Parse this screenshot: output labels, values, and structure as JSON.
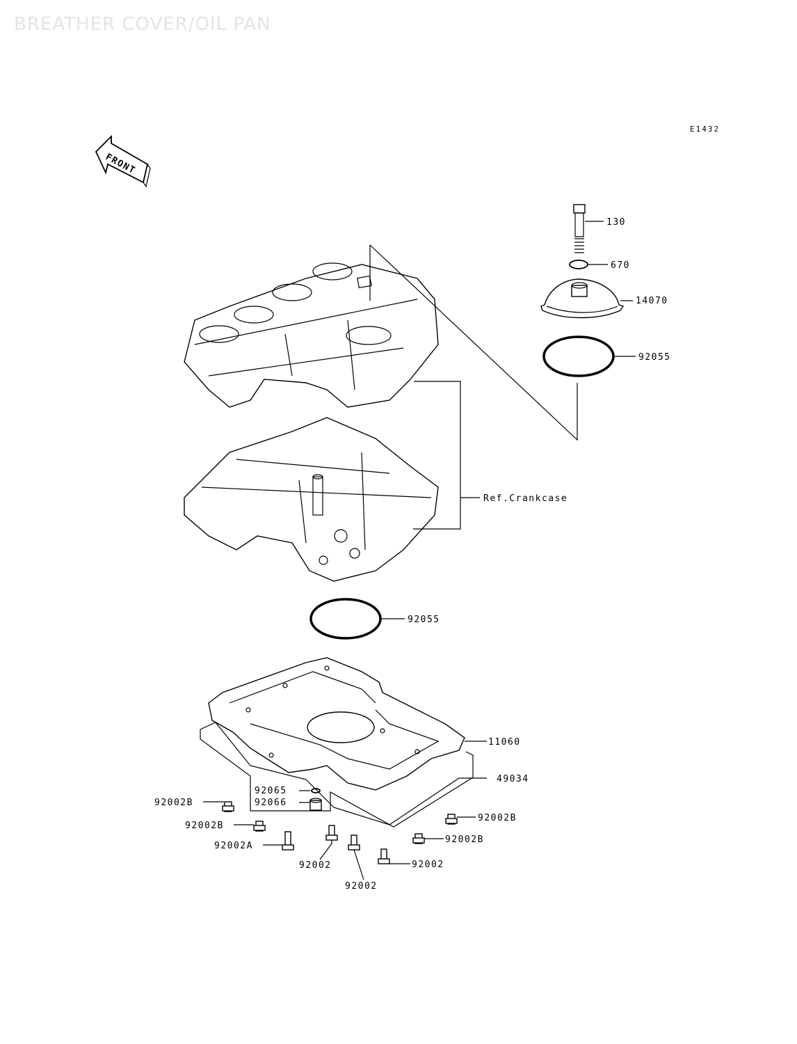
{
  "page": {
    "watermark": "BREATHER COVER/OIL PAN",
    "diagram_code": "E1432",
    "front_label": "FRONT"
  },
  "callouts": {
    "c130": "130",
    "c670": "670",
    "c14070": "14070",
    "c92055_top": "92055",
    "ref_crankcase": "Ref.Crankcase",
    "c92055_mid": "92055",
    "c11060": "11060",
    "c49034": "49034",
    "c92065": "92065",
    "c92066": "92066",
    "c92002b_1": "92002B",
    "c92002b_2": "92002B",
    "c92002a": "92002A",
    "c92002_1": "92002",
    "c92002_2": "92002",
    "c92002b_3": "92002B",
    "c92002b_4": "92002B",
    "c92002_3": "92002"
  }
}
